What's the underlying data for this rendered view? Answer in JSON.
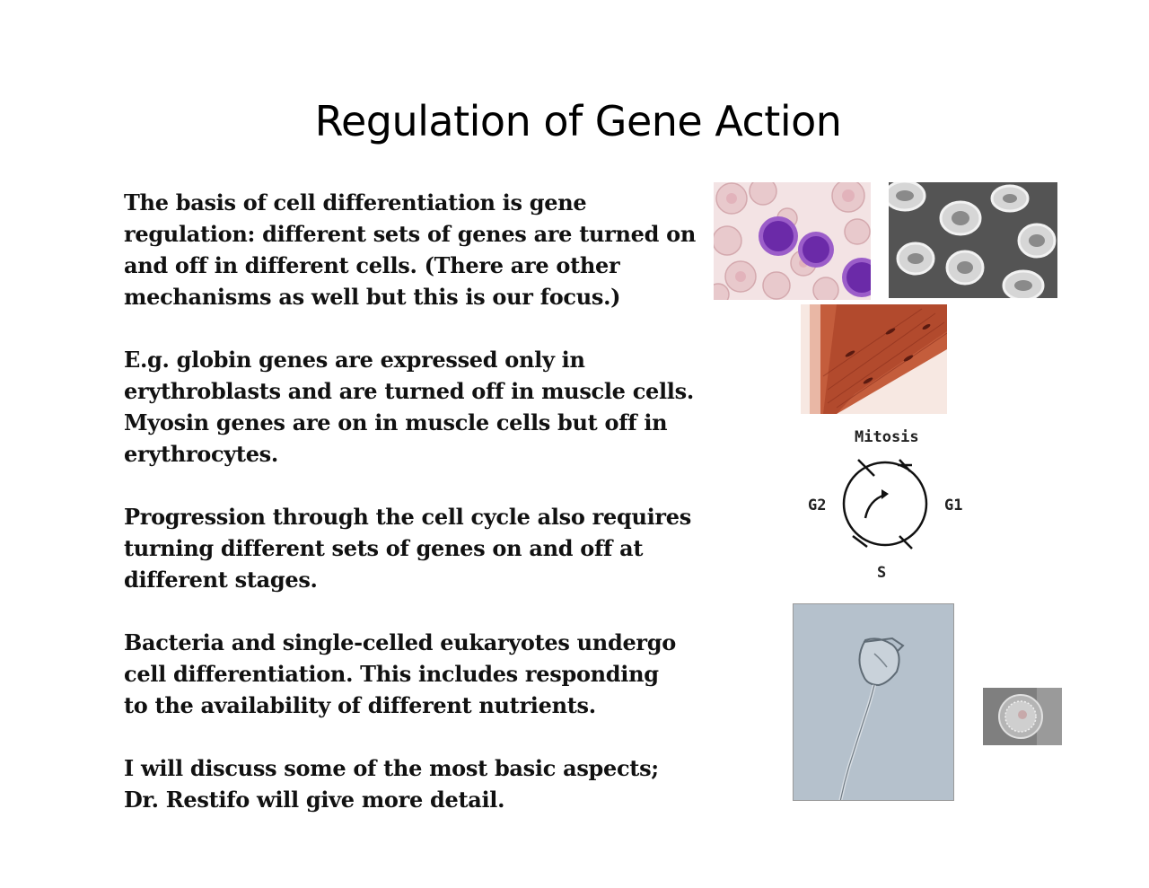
{
  "title": "Regulation of Gene Action",
  "paragraphs": [
    [
      "The basis of cell differentiation is gene",
      "regulation: different sets of genes are turned on",
      "and off in different cells. (There are other",
      "mechanisms as well but this is our focus.)"
    ],
    [
      "E.g. globin genes are expressed only in",
      "erythroblasts and are turned off in muscle cells.",
      "Myosin genes are on in muscle cells but off in",
      "erythrocytes."
    ],
    [
      "Progression through the cell cycle also requires",
      "turning different sets of genes on and off at",
      "different stages."
    ],
    [
      "Bacteria and single-celled eukaryotes undergo",
      "cell differentiation. This includes responding",
      "to the availability of different nutrients."
    ],
    [
      "I will discuss some of the most basic aspects;",
      "Dr. Restifo will give more detail."
    ]
  ],
  "cell_cycle": {
    "top": "Mitosis",
    "left": "G2",
    "right": "G1",
    "bottom": "S"
  }
}
